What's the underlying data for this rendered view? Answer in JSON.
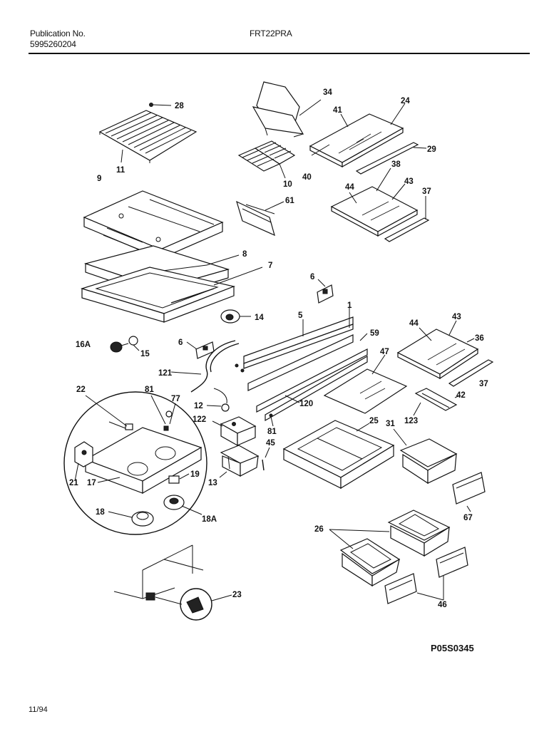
{
  "header": {
    "publication_label": "Publication No.",
    "publication_number": "5995260204",
    "model": "FRT22PRA"
  },
  "footer": {
    "diagram_code": "P05S0345",
    "date": "11/94"
  },
  "callouts": {
    "c28": "28",
    "c11": "11",
    "c34": "34",
    "c24": "24",
    "c41": "41",
    "c29": "29",
    "c40": "40",
    "c10": "10",
    "c38": "38",
    "c43a": "43",
    "c37a": "37",
    "c44a": "44",
    "c9": "9",
    "c61": "61",
    "c8": "8",
    "c7": "7",
    "c6a": "6",
    "c14": "14",
    "c5": "5",
    "c1": "1",
    "c59": "59",
    "c44b": "44",
    "c43b": "43",
    "c36": "36",
    "c16a": "16A",
    "c15": "15",
    "c6b": "6",
    "c121": "121",
    "c47": "47",
    "c37b": "37",
    "c22": "22",
    "c81a": "81",
    "c77": "77",
    "c12": "12",
    "c120": "120",
    "c42": "42",
    "c122": "122",
    "c123": "123",
    "c25": "25",
    "c31": "31",
    "c81b": "81",
    "c45": "45",
    "c21": "21",
    "c19": "19",
    "c17": "17",
    "c13": "13",
    "c18": "18",
    "c18a": "18A",
    "c67": "67",
    "c26": "26",
    "c23": "23",
    "c46": "46"
  }
}
